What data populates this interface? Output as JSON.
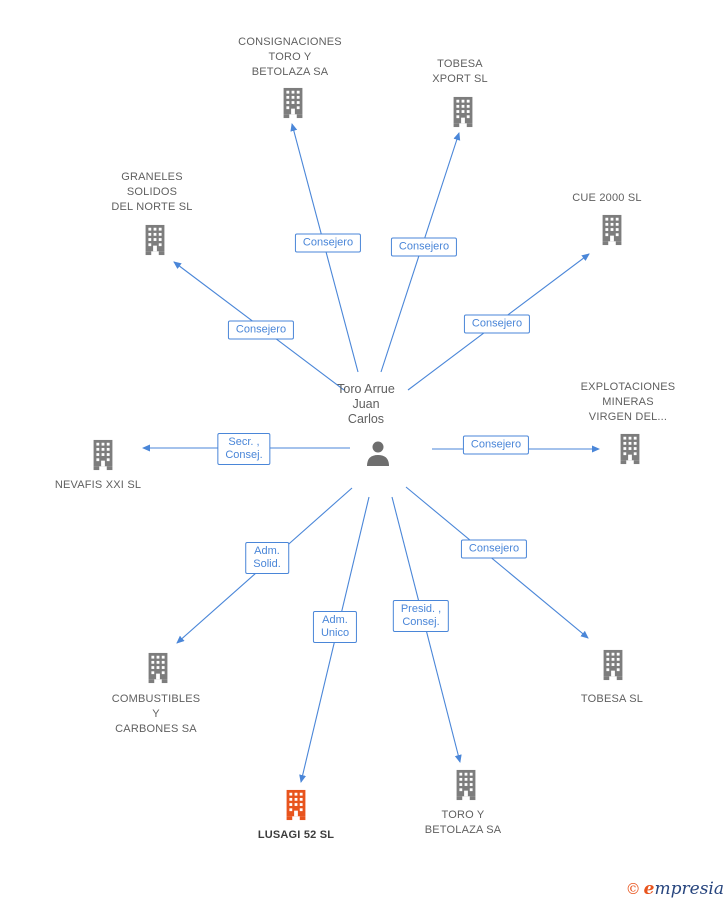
{
  "center": {
    "name": "Toro Arrue\nJuan\nCarlos"
  },
  "companies": [
    {
      "name": "CONSIGNACIONES\nTORO Y\nBETOLAZA SA",
      "role": "Consejero"
    },
    {
      "name": "TOBESA\nXPORT SL",
      "role": "Consejero"
    },
    {
      "name": "CUE 2000 SL",
      "role": "Consejero"
    },
    {
      "name": "GRANELES\nSOLIDOS\nDEL NORTE SL",
      "role": "Consejero"
    },
    {
      "name": "EXPLOTACIONES\nMINERAS\nVIRGEN DEL...",
      "role": "Consejero"
    },
    {
      "name": "NEVAFIS XXI SL",
      "role": "Secr. ,\nConsej."
    },
    {
      "name": "COMBUSTIBLES\nY\nCARBONES SA",
      "role": "Adm.\nSolid."
    },
    {
      "name": "TOBESA SL",
      "role": "Consejero"
    },
    {
      "name": "TORO Y\nBETOLAZA SA",
      "role": "Presid. ,\nConsej."
    },
    {
      "name": "LUSAGI 52 SL",
      "role": "Adm.\nUnico"
    }
  ],
  "colors": {
    "arrow_blue": "#4a86d8",
    "building_gray": "#7d7d7d",
    "highlight_orange": "#e8541d"
  },
  "logo": {
    "mark": "©",
    "initial": "e",
    "rest": "mpresia"
  }
}
